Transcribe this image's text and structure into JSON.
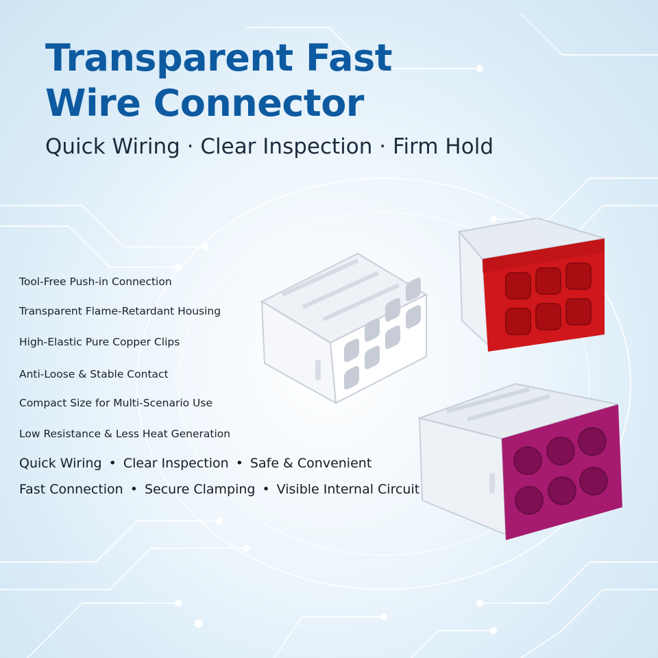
{
  "title": {
    "line1": "Transparent Fast",
    "line2": "Wire Connector"
  },
  "subtitle": {
    "items": [
      "Quick Wiring",
      "Clear Inspection",
      "Firm Hold"
    ],
    "separator": "·"
  },
  "features": [
    "Tool-Free Push-in Connection",
    "Transparent Flame-Retardant Housing",
    "High-Elastic Pure Copper Clips",
    "Anti-Loose & Stable Contact",
    "Compact Size for Multi-Scenario Use",
    "Low Resistance & Less Heat Generation"
  ],
  "taglines": {
    "row1": [
      "Quick Wiring",
      "Clear Inspection",
      "Safe & Convenient"
    ],
    "row2": [
      "Fast Connection",
      "Secure Clamping",
      "Visible Internal Circuit"
    ],
    "separator": "•"
  },
  "products": [
    {
      "name": "white-8-port-connector",
      "color": "#f2f3f6",
      "ports": 8
    },
    {
      "name": "red-6-port-connector",
      "color": "#d0171b",
      "ports": 6
    },
    {
      "name": "purple-6-port-connector",
      "color": "#a61b6f",
      "ports": 6
    }
  ],
  "colors": {
    "title": "#0d5aa0",
    "background": "#e6f1fa",
    "circuit": "#ffffff"
  }
}
